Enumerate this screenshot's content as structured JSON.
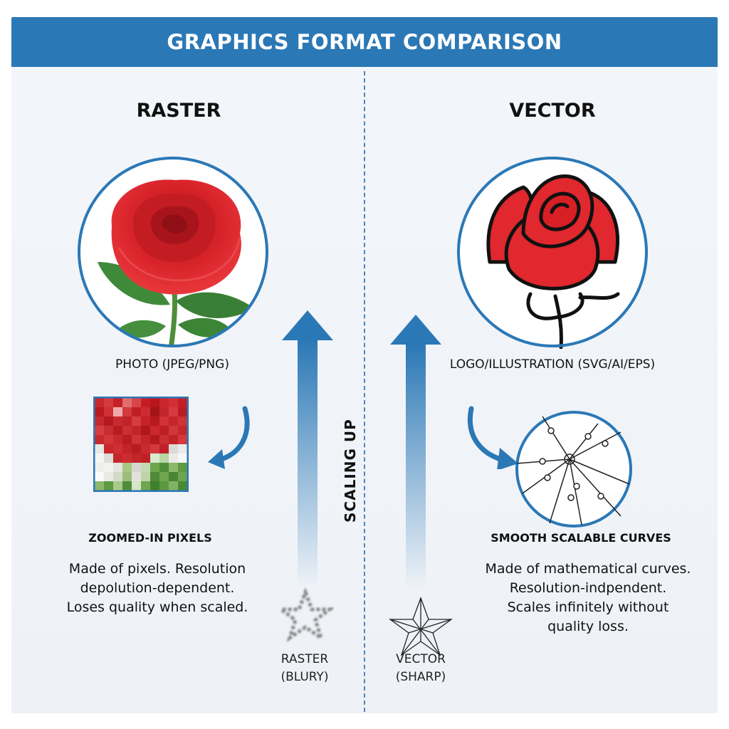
{
  "header": {
    "title": "GRAPHICS FORMAT COMPARISON"
  },
  "center": {
    "scaling_label": "SCALING UP"
  },
  "raster": {
    "heading": "RASTER",
    "caption": "PHOTO (JPEG/PNG)",
    "zoom_label": "ZOOMED-IN PIXELS",
    "description": [
      "Made of pixels. Resolution",
      "depolution-dependent.",
      "Loses quality when scaled."
    ],
    "star_label": [
      "RASTER",
      "(BLURY)"
    ]
  },
  "vector": {
    "heading": "VECTOR",
    "caption": "LOGO/ILLUSTRATION (SVG/AI/EPS)",
    "zoom_label": "SMOOTH SCALABLE CURVES",
    "description": [
      "Made of mathematical curves.",
      "Resolution-indpendent.",
      "Scales infinitely without",
      "quality loss."
    ],
    "star_label": [
      "VECTOR",
      "(SHARP)"
    ]
  },
  "colors": {
    "accent": "#2b78b6",
    "rose_red": "#d8232a",
    "leaf_green": "#3f8a3a"
  }
}
